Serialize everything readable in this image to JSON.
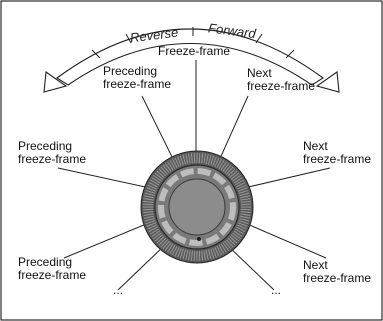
{
  "arc_labels": {
    "reverse": "Reverse",
    "forward": "Forward"
  },
  "labels": {
    "top": "Freeze-frame",
    "upper_left": {
      "line1": "Preceding",
      "line2": "freeze-frame"
    },
    "upper_right": {
      "line1": "Next",
      "line2": "freeze-frame"
    },
    "mid_left": {
      "line1": "Preceding",
      "line2": "freeze-frame"
    },
    "mid_right": {
      "line1": "Next",
      "line2": "freeze-frame"
    },
    "lower_left": {
      "line1": "Preceding",
      "line2": "freeze-frame"
    },
    "lower_right": {
      "line1": "Next",
      "line2": "freeze-frame"
    },
    "bottom_left": "...",
    "bottom_right": "..."
  },
  "colors": {
    "dial_outer": "#5a5a5a",
    "dial_inner": "#8c8c8c",
    "stroke": "#222222"
  },
  "icons": [
    "jog-dial-icon",
    "reverse-arrow-icon",
    "forward-arrow-icon"
  ]
}
